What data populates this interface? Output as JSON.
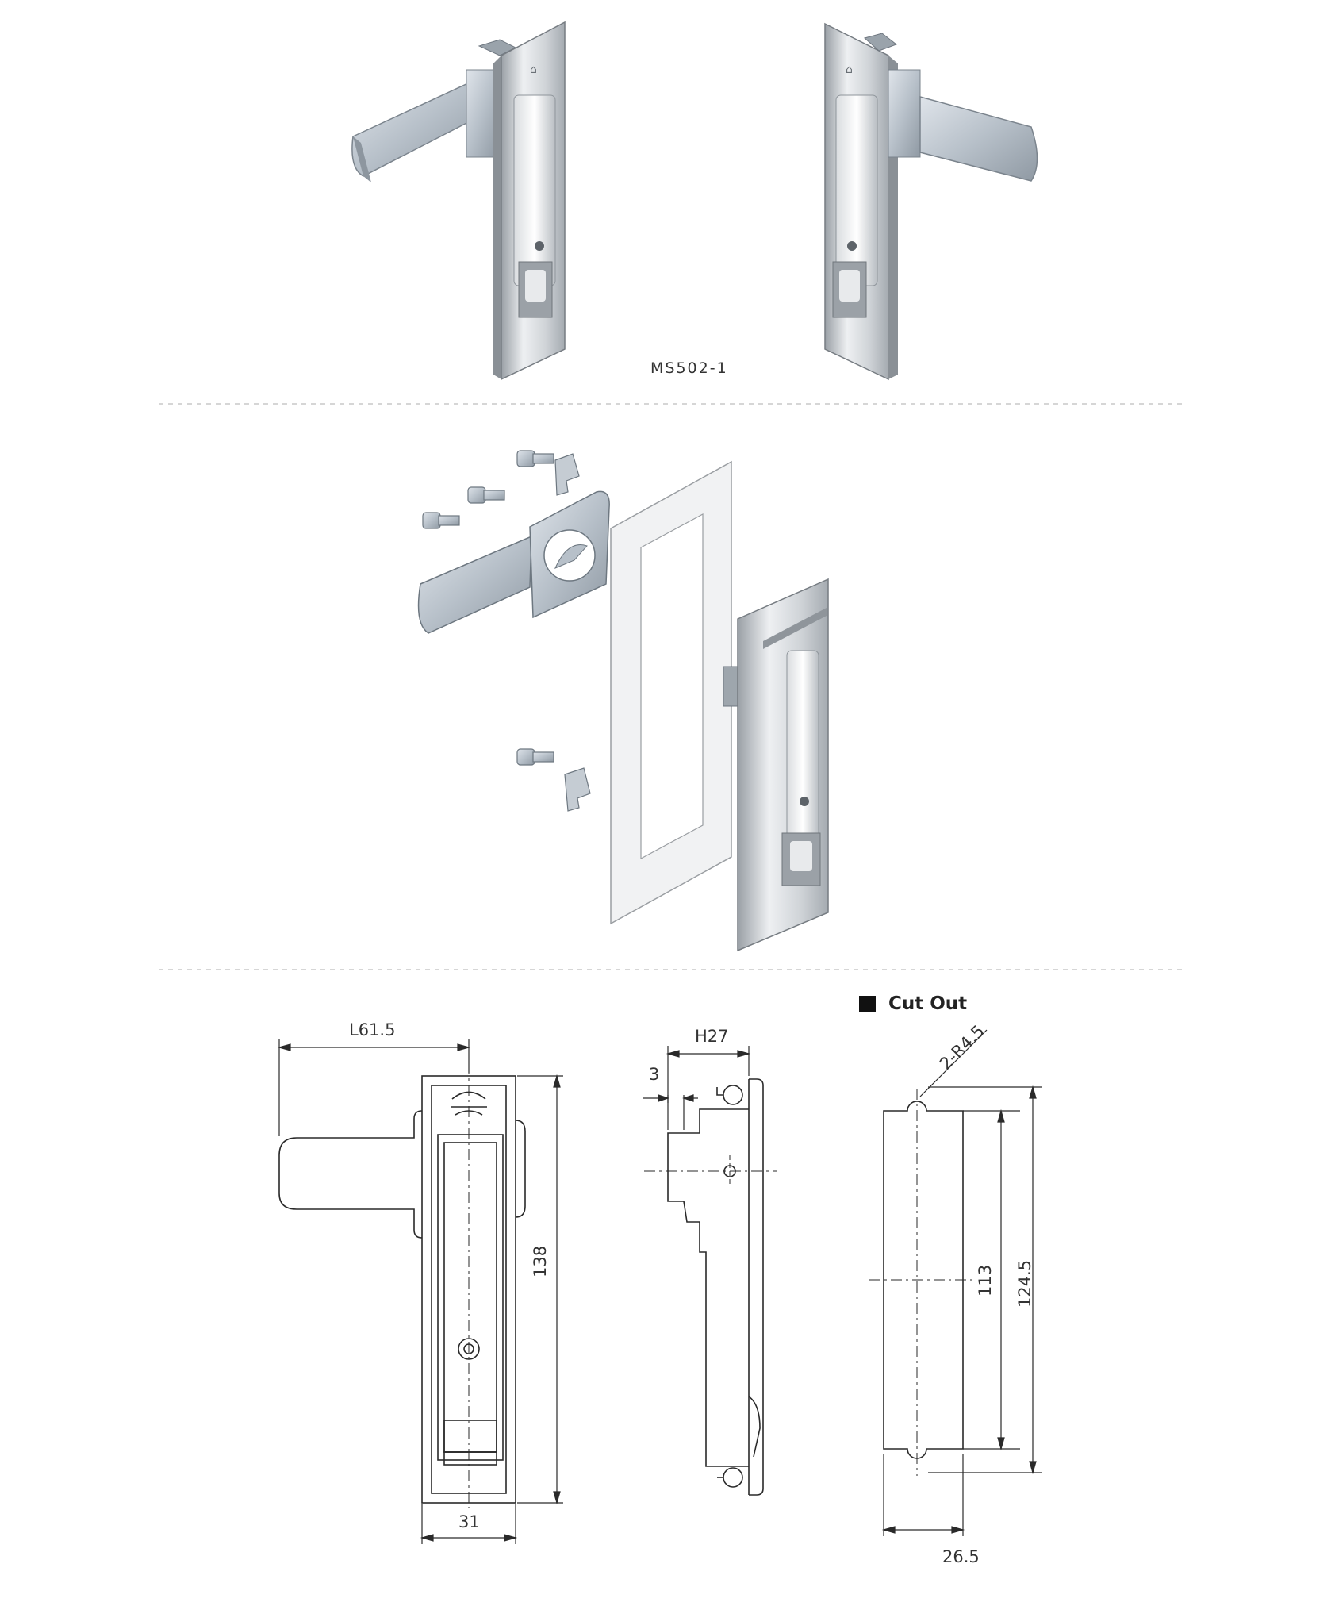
{
  "product": {
    "model_label": "MS502-1"
  },
  "cutout": {
    "heading": "Cut Out"
  },
  "dimensions": {
    "front_handle_length": "L61.5",
    "front_height": "138",
    "front_width": "31",
    "side_depth": "H27",
    "side_flange": "3",
    "cutout_radius": "2-R4.5",
    "cutout_inner_height": "113",
    "cutout_outer_height": "124.5",
    "cutout_width": "26.5"
  },
  "colors": {
    "divider": "#c8c8c8",
    "line": "#2a2a2a",
    "metal_light": "#e4e6e8",
    "metal_mid": "#c3c7cb",
    "metal_dark": "#8c9196",
    "zinc": "#b8c0c8"
  }
}
